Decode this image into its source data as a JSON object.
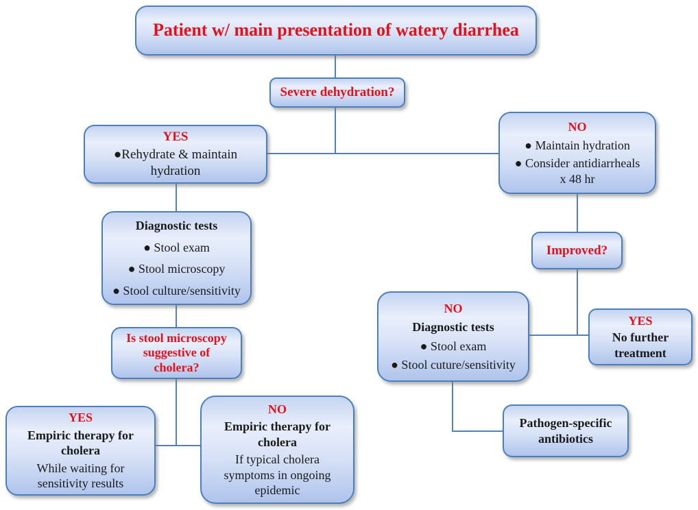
{
  "colors": {
    "node_border": "#4a7ebd",
    "node_fill_top": "#c5d4f1",
    "node_fill_light": "#e9effb",
    "node_fill_mid": "#d9e3f7",
    "node_fill_bottom": "#afc4ec",
    "connector": "#5580b5",
    "text_red": "#e3111b",
    "text_black": "#1a1a1a"
  },
  "nodes": {
    "patient": {
      "text": "Patient w/ main presentation of watery diarrhea"
    },
    "severe_dehydration": {
      "text": "Severe dehydration?"
    },
    "dehydration_yes": {
      "label": "YES",
      "body": "●Rehydrate & maintain\nhydration"
    },
    "dehydration_no": {
      "label": "NO",
      "bullets": [
        "● Maintain hydration",
        "● Consider antidiarrheals\nx 48 hr"
      ]
    },
    "diagnostic_tests": {
      "heading": "Diagnostic tests",
      "bullets": [
        "● Stool exam",
        "● Stool microscopy",
        "● Stool culture/sensitivity"
      ]
    },
    "stool_microscopy_question": {
      "text": "Is stool microscopy\nsuggestive of\ncholera?"
    },
    "cholera_yes": {
      "label": "YES",
      "heading": "Empiric therapy for\ncholera",
      "body": "While waiting for\nsensitivity results"
    },
    "cholera_no": {
      "label": "NO",
      "heading": "Empiric therapy for\ncholera",
      "body": "If typical cholera\nsymptoms in ongoing\nepidemic"
    },
    "improved": {
      "text": "Improved?"
    },
    "improved_no": {
      "label": "NO",
      "heading": "Diagnostic tests",
      "bullets": [
        "● Stool exam",
        "● Stool cuture/sensitivity"
      ]
    },
    "improved_yes": {
      "label": "YES",
      "heading": "No further\ntreatment"
    },
    "pathogen_specific": {
      "heading": "Pathogen-specific\nantibiotics"
    }
  }
}
